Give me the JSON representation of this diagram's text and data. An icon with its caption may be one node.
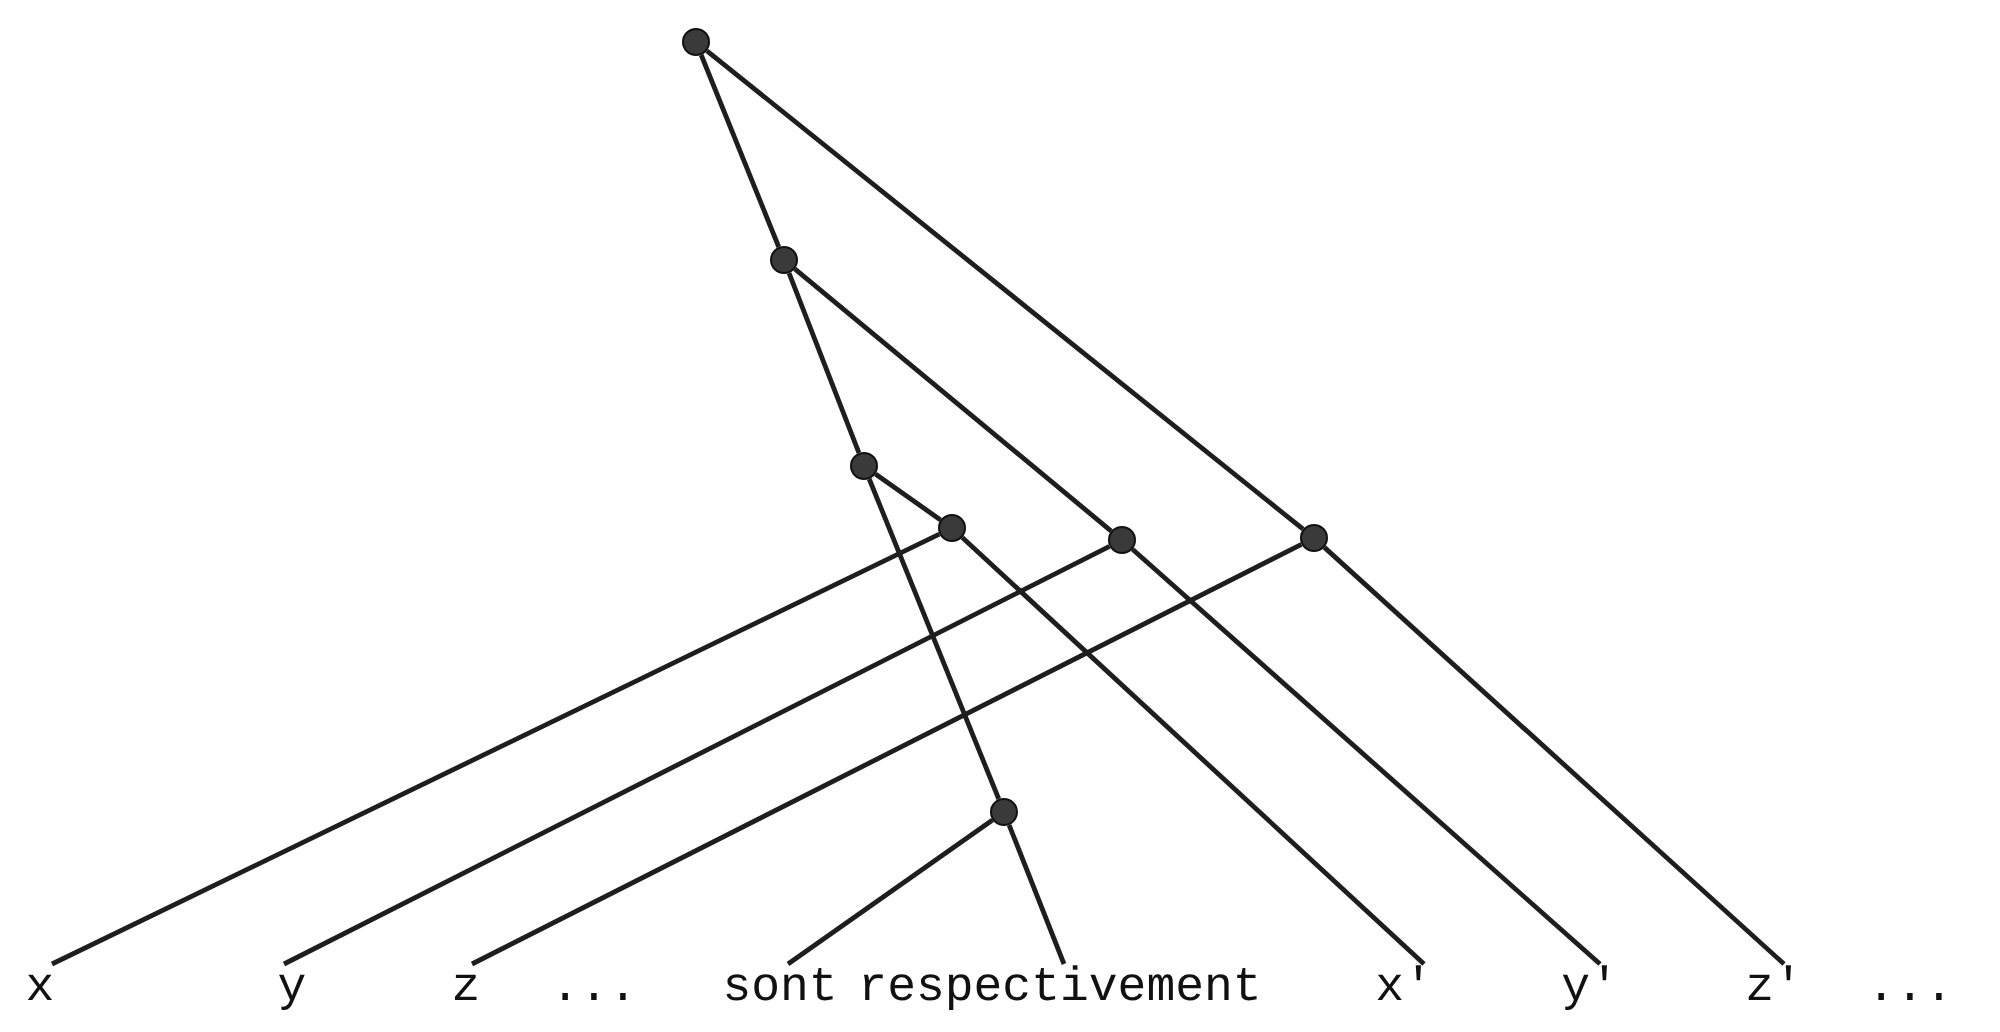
{
  "diagram": {
    "nodes": [
      {
        "text": [],
        "shape": "circle"
      },
      {
        "text": [],
        "shape": "circle"
      },
      {
        "text": [],
        "shape": "circle"
      },
      {
        "text": [],
        "shape": "circle"
      },
      {
        "text": [],
        "shape": "circle"
      },
      {
        "text": [],
        "shape": "circle"
      },
      {
        "text": [],
        "shape": "circle"
      },
      {
        "text": [
          "x"
        ]
      },
      {
        "text": [
          "y"
        ]
      },
      {
        "text": [
          "z"
        ]
      },
      {
        "text": [
          "sont"
        ]
      },
      {
        "text": [
          "respectivement"
        ]
      },
      {
        "text": [
          "x'"
        ]
      },
      {
        "text": [
          "y'"
        ]
      },
      {
        "text": [
          "z'"
        ]
      }
    ],
    "edges": [
      {
        "from": 0,
        "to": 1,
        "arrow": "none"
      },
      {
        "from": 0,
        "to": 5,
        "arrow": "none"
      },
      {
        "from": 1,
        "to": 2,
        "arrow": "none"
      },
      {
        "from": 1,
        "to": 4,
        "arrow": "none"
      },
      {
        "from": 2,
        "to": 3,
        "arrow": "none"
      },
      {
        "from": 2,
        "to": 6,
        "arrow": "none"
      },
      {
        "from": 3,
        "to": 12,
        "arrow": "none"
      },
      {
        "from": 4,
        "to": 13,
        "arrow": "none"
      },
      {
        "from": 5,
        "to": 14,
        "arrow": "none"
      },
      {
        "from": 6,
        "to": 11,
        "arrow": "none"
      },
      {
        "from": 7,
        "to": 3,
        "arrow": "none"
      },
      {
        "from": 8,
        "to": 4,
        "arrow": "none"
      },
      {
        "from": 9,
        "to": 5,
        "arrow": "none"
      },
      {
        "from": 10,
        "to": 6,
        "arrow": "none"
      }
    ],
    "labels": [
      "...",
      "..."
    ]
  }
}
